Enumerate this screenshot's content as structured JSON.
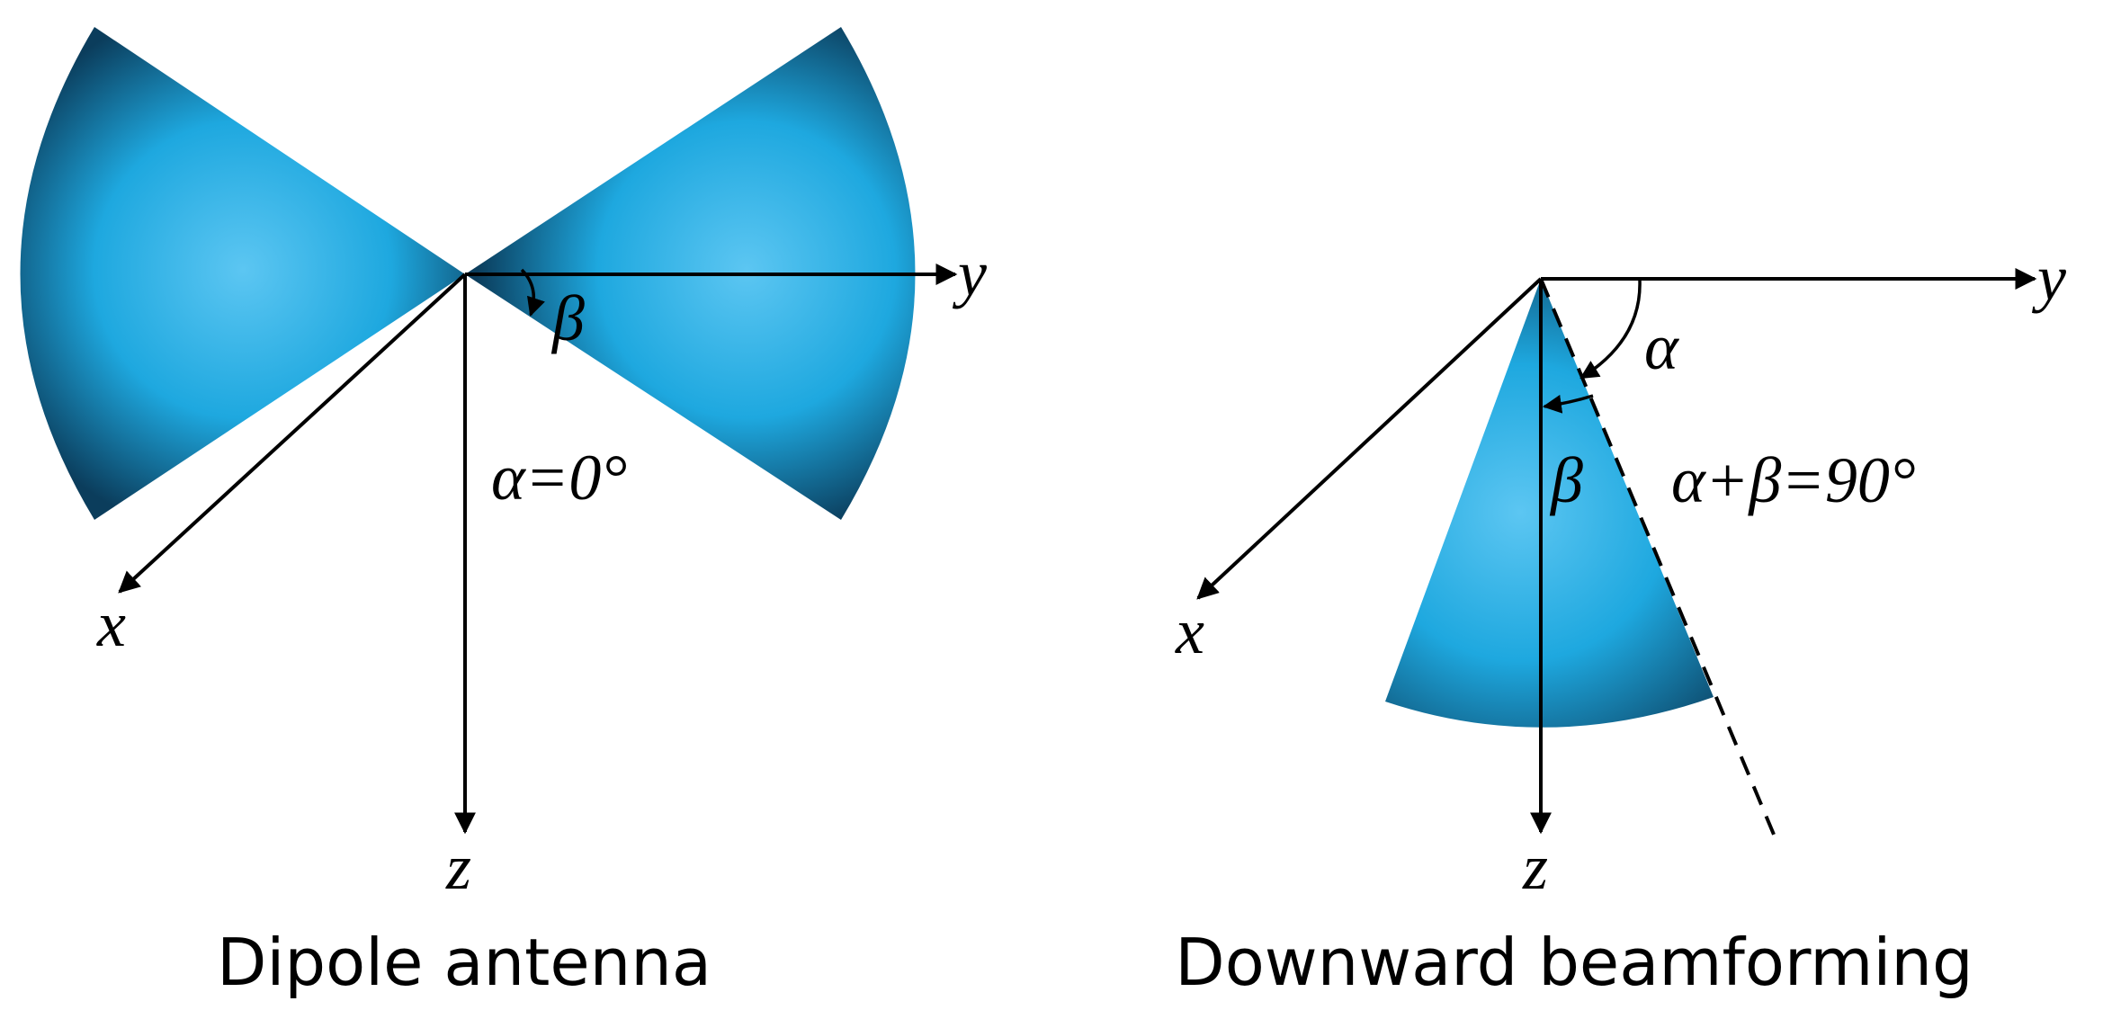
{
  "colors": {
    "beam_light": "#5cc6f2",
    "beam_mid": "#1ea8df",
    "beam_dark": "#0b3d5c",
    "ink": "#000000",
    "background": "#ffffff"
  },
  "left_panel": {
    "caption": "Dipole antenna",
    "axis_x": "x",
    "axis_y": "y",
    "axis_z": "z",
    "angle_beta": "β",
    "equation": "α=0°"
  },
  "right_panel": {
    "caption": "Downward beamforming",
    "axis_x": "x",
    "axis_y": "y",
    "axis_z": "z",
    "angle_alpha": "α",
    "angle_beta": "β",
    "equation": "α+β=90°"
  }
}
